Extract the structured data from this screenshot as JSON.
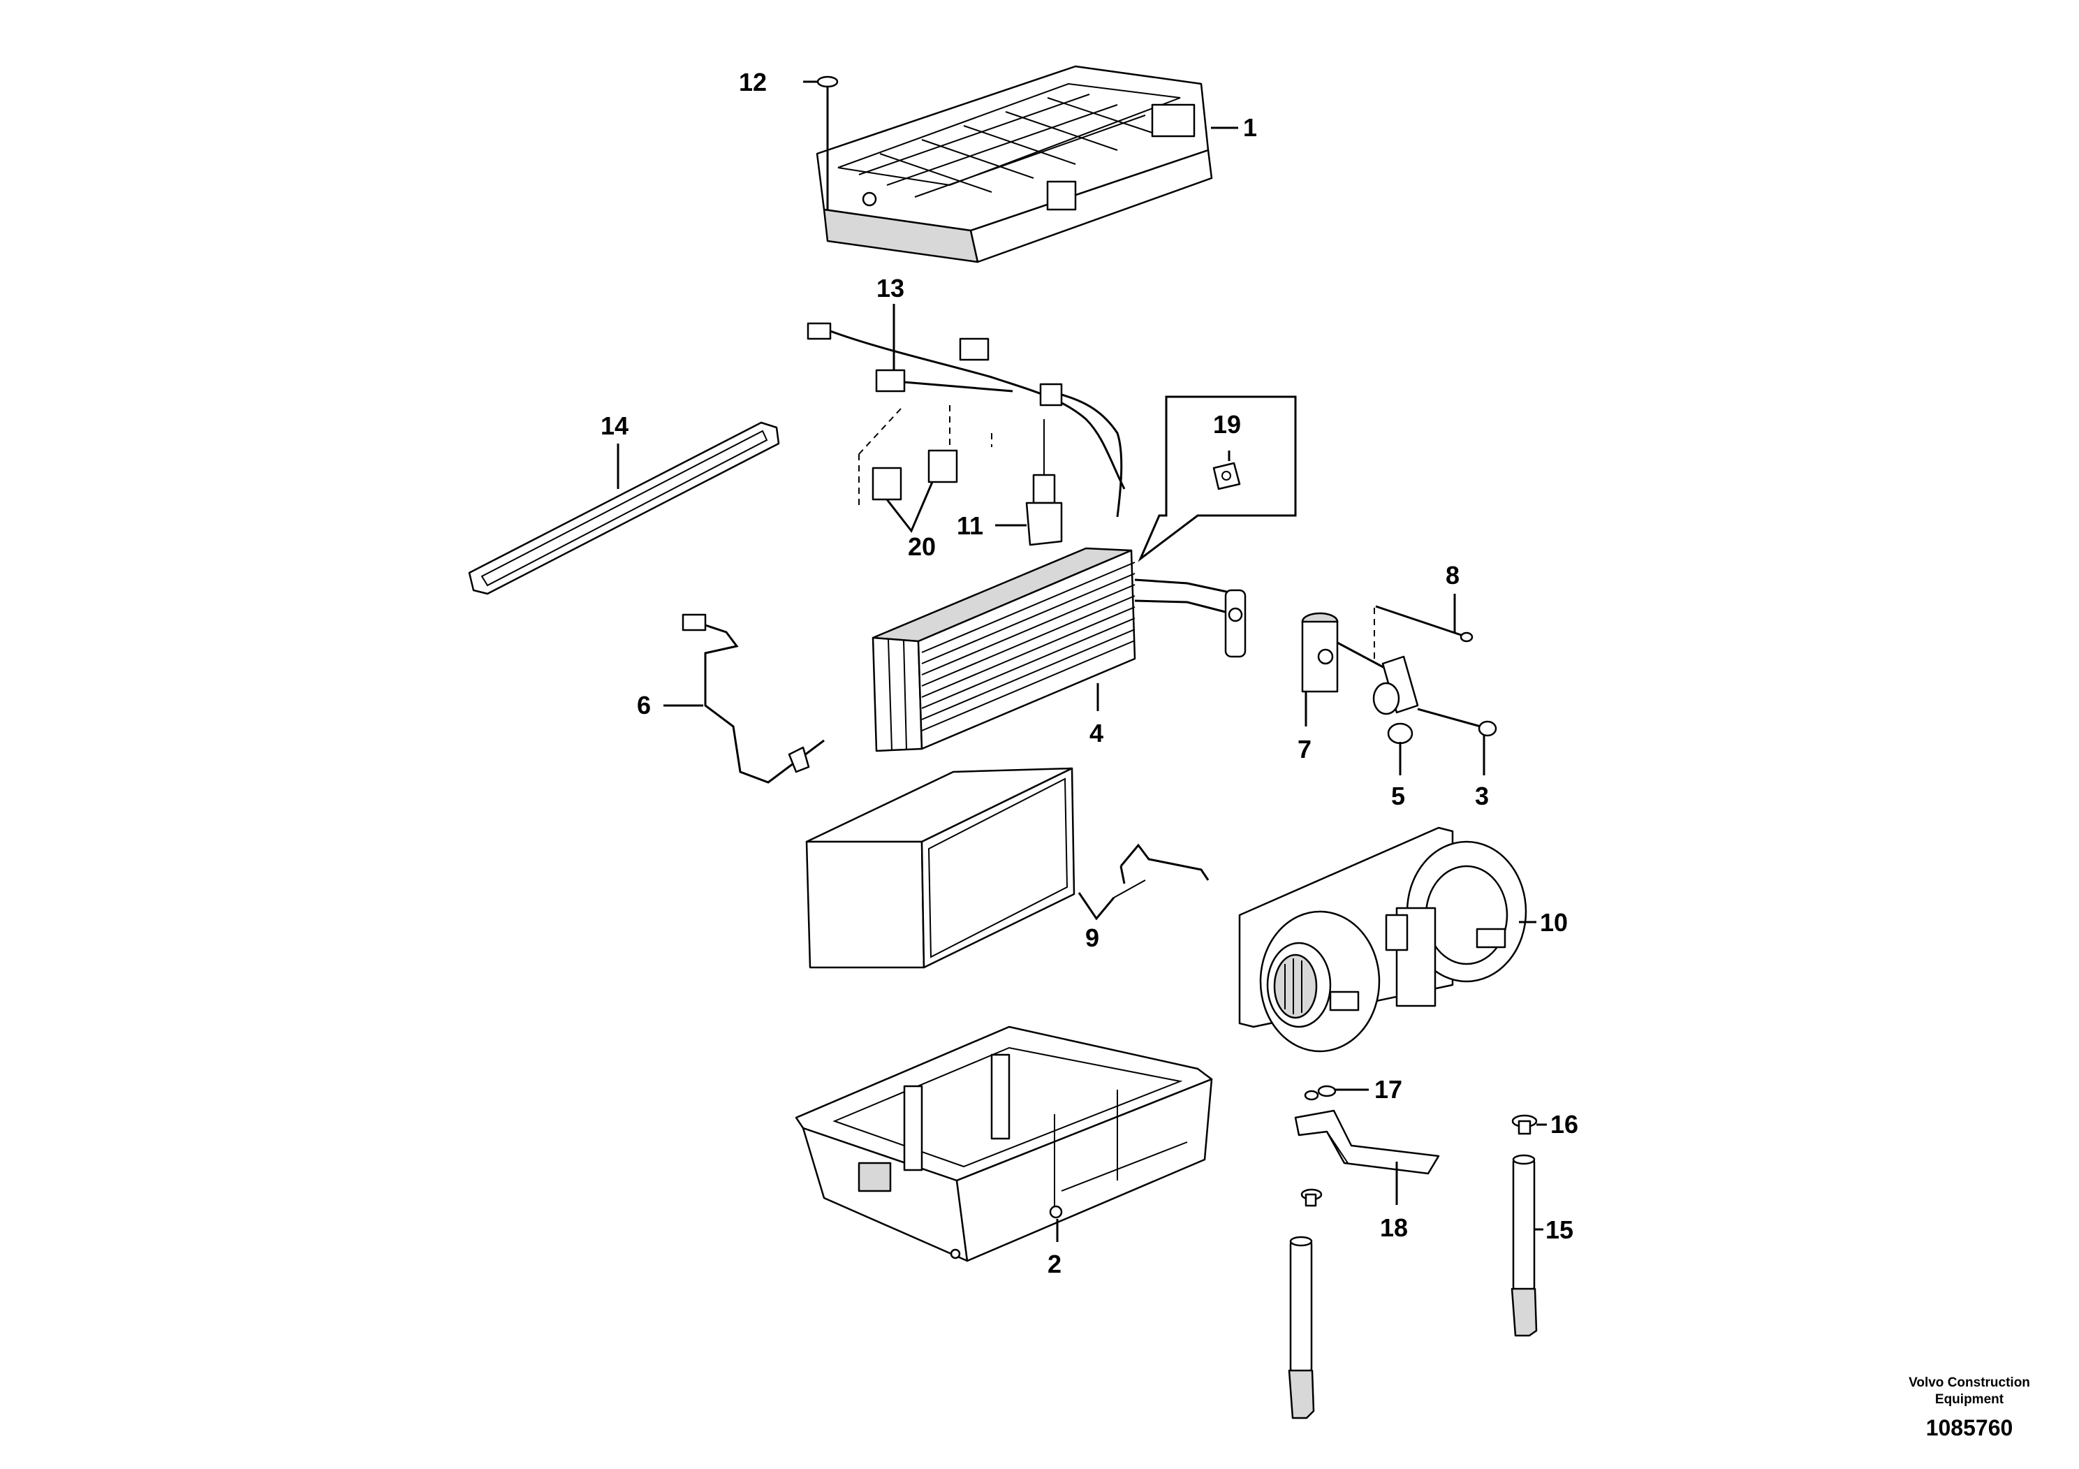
{
  "callouts": [
    "1",
    "2",
    "3",
    "4",
    "5",
    "6",
    "7",
    "8",
    "9",
    "10",
    "11",
    "12",
    "13",
    "14",
    "15",
    "16",
    "17",
    "18",
    "19",
    "20"
  ],
  "footer": {
    "company_line1": "Volvo Construction",
    "company_line2": "Equipment",
    "document_number": "1085760"
  }
}
